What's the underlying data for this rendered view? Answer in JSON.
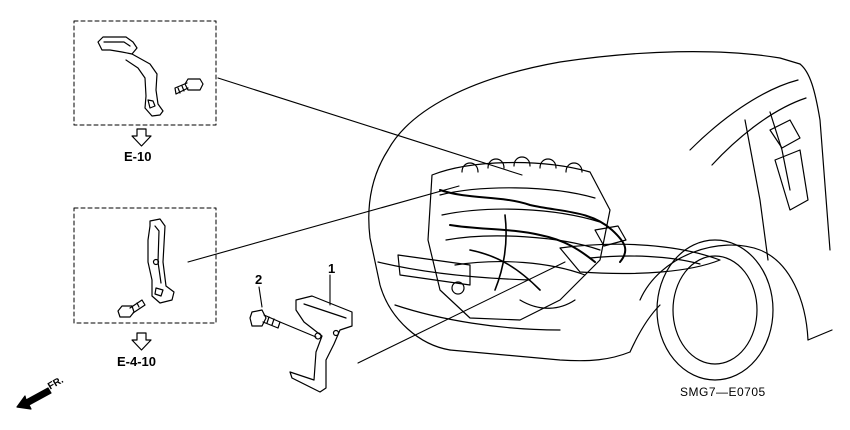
{
  "callouts": {
    "part_1": "1",
    "part_2": "2",
    "ref_upper": "E-10",
    "ref_lower": "E-4-10"
  },
  "direction_marker": {
    "label": "FR.",
    "icon": "front-direction-arrow-icon"
  },
  "diagram_code": "SMG7—E0705",
  "colors": {
    "line": "#000000",
    "background": "#ffffff"
  }
}
